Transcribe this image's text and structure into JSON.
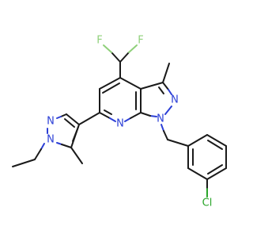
{
  "colors": {
    "carbon_bond": "#1a1a1a",
    "nitrogen": "#2c3fd6",
    "fluorine": "#8fd07a",
    "chlorine": "#2aa52a",
    "background": "#ffffff"
  },
  "atoms": {
    "f_top_left": "F",
    "f_top_right": "F",
    "n_pyrazole_right_top": "N",
    "n_pyrazole_right_bottom": "N",
    "n_pyridine": "N",
    "n_pyrazole_left_top": "N",
    "n_pyrazole_left_bottom": "N",
    "cl": "Cl"
  }
}
